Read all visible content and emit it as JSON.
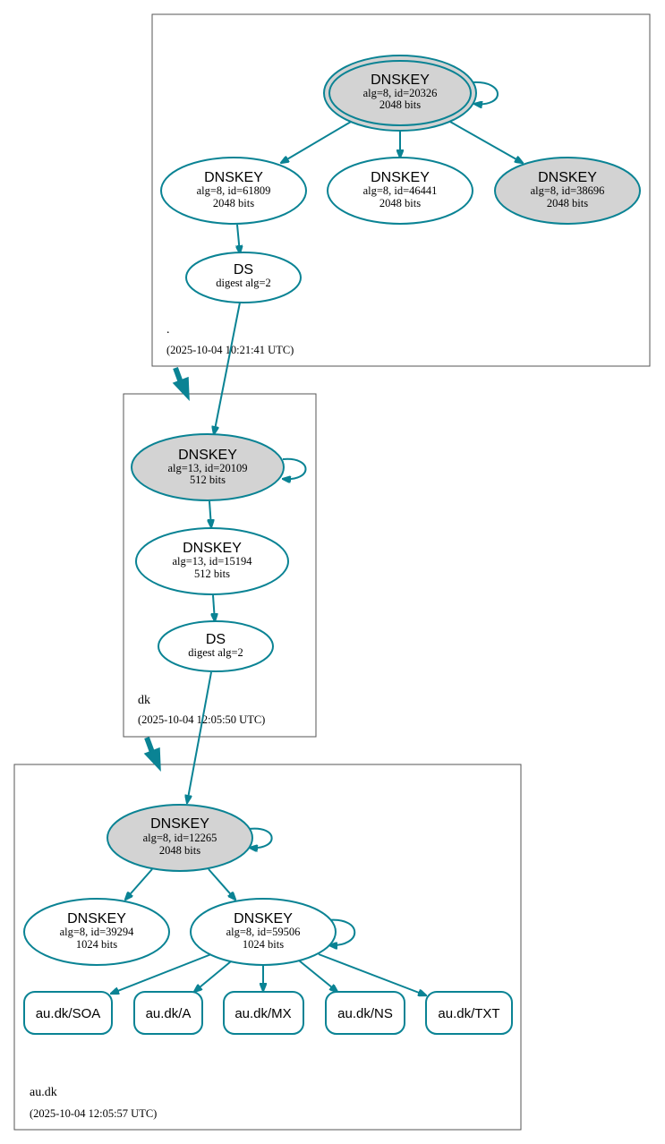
{
  "colors": {
    "edge": "#0a8394",
    "highlight_fill": "#d3d3d3",
    "plain_fill": "#ffffff",
    "zone_border": "#555555"
  },
  "zones": {
    "root": {
      "label": ".",
      "timestamp": "(2025-10-04 10:21:41 UTC)"
    },
    "dk": {
      "label": "dk",
      "timestamp": "(2025-10-04 12:05:50 UTC)"
    },
    "audk": {
      "label": "au.dk",
      "timestamp": "(2025-10-04 12:05:57 UTC)"
    }
  },
  "nodes": {
    "root_ksk": {
      "type": "DNSKEY",
      "detail": "alg=8, id=20326",
      "bits": "2048 bits"
    },
    "root_zsk1": {
      "type": "DNSKEY",
      "detail": "alg=8, id=61809",
      "bits": "2048 bits"
    },
    "root_zsk2": {
      "type": "DNSKEY",
      "detail": "alg=8, id=46441",
      "bits": "2048 bits"
    },
    "root_zsk3": {
      "type": "DNSKEY",
      "detail": "alg=8, id=38696",
      "bits": "2048 bits"
    },
    "root_ds": {
      "type": "DS",
      "detail": "digest alg=2"
    },
    "dk_ksk": {
      "type": "DNSKEY",
      "detail": "alg=13, id=20109",
      "bits": "512 bits"
    },
    "dk_zsk": {
      "type": "DNSKEY",
      "detail": "alg=13, id=15194",
      "bits": "512 bits"
    },
    "dk_ds": {
      "type": "DS",
      "detail": "digest alg=2"
    },
    "audk_ksk": {
      "type": "DNSKEY",
      "detail": "alg=8, id=12265",
      "bits": "2048 bits"
    },
    "audk_key2": {
      "type": "DNSKEY",
      "detail": "alg=8, id=39294",
      "bits": "1024 bits"
    },
    "audk_zsk": {
      "type": "DNSKEY",
      "detail": "alg=8, id=59506",
      "bits": "1024 bits"
    }
  },
  "rrsets": [
    "au.dk/SOA",
    "au.dk/A",
    "au.dk/MX",
    "au.dk/NS",
    "au.dk/TXT"
  ]
}
